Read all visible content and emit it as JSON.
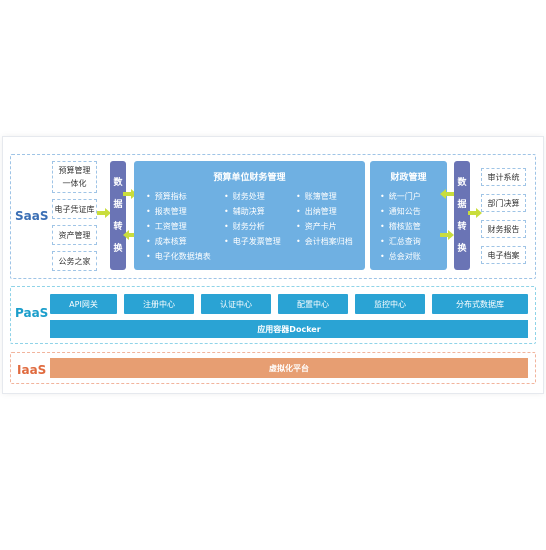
{
  "colors": {
    "saas_border": "#9fc4e6",
    "paas_bar": "#2aa3d4",
    "iaas_bar": "#e79e72",
    "panel": "#6fb0e2",
    "convert": "#6a74b5",
    "arrow": "#c9dd3c"
  },
  "layers": {
    "saas": "SaaS",
    "paas": "PaaS",
    "iaas": "IaaS"
  },
  "saas_left": [
    "预算管理\n一体化",
    "电子凭证库",
    "资产管理",
    "公务之家"
  ],
  "convert_left": [
    "数",
    "据",
    "转",
    "换"
  ],
  "convert_right": [
    "数",
    "据",
    "转",
    "换"
  ],
  "budget_panel": {
    "title": "预算单位财务管理",
    "col1": [
      "预算指标",
      "报表管理",
      "工资管理",
      "成本核算",
      "电子化数据填表"
    ],
    "col2": [
      "财务处理",
      "辅助决算",
      "财务分析",
      "电子发票管理"
    ],
    "col3": [
      "账簿管理",
      "出纳管理",
      "资产卡片",
      "会计档案归档"
    ]
  },
  "finance_panel": {
    "title": "财政管理",
    "items": [
      "统一门户",
      "通知公告",
      "稽核监管",
      "汇总查询",
      "总会对账"
    ]
  },
  "saas_right": [
    "审计系统",
    "部门决算",
    "财务报告",
    "电子档案"
  ],
  "paas_services": [
    "API网关",
    "注册中心",
    "认证中心",
    "配置中心",
    "监控中心",
    "分布式数据库"
  ],
  "paas_container": "应用容器Docker",
  "iaas_platform": "虚拟化平台"
}
